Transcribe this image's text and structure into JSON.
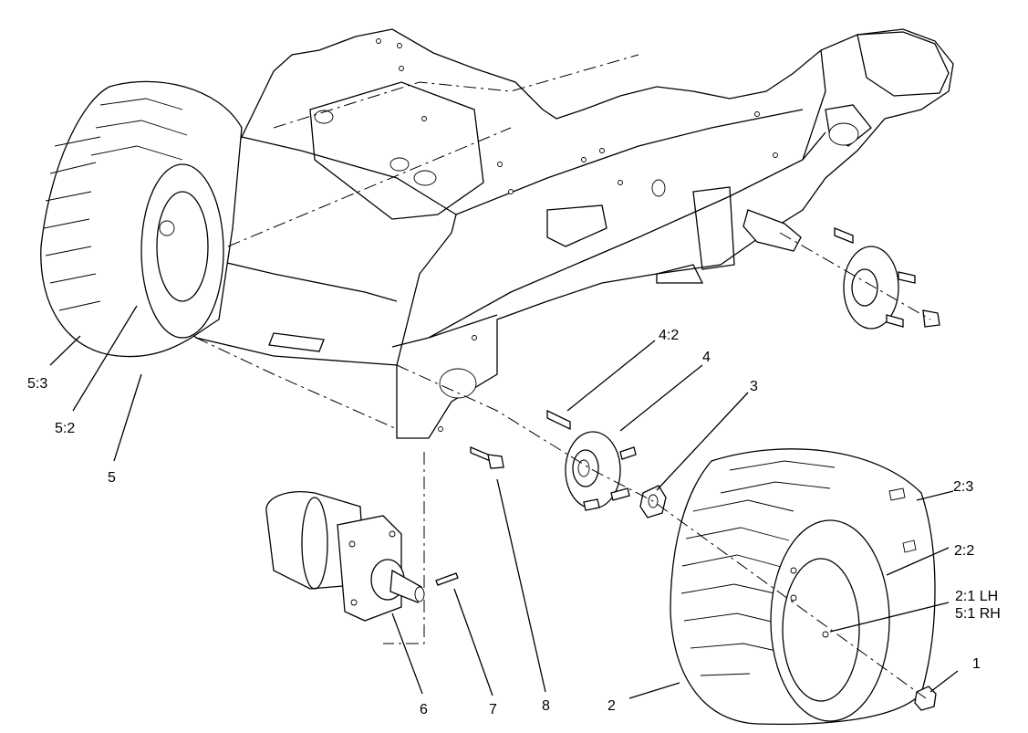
{
  "callouts": {
    "c1": "1",
    "c2": "2",
    "c2_2": "2:2",
    "c2_3": "2:3",
    "c2_1_lh": "2:1 LH",
    "c5_1_rh": "5:1 RH",
    "c3": "3",
    "c4": "4",
    "c4_2": "4:2",
    "c5": "5",
    "c5_2": "5:2",
    "c5_3": "5:3",
    "c6": "6",
    "c7": "7",
    "c8": "8"
  },
  "colors": {
    "line": "#000000",
    "background": "#ffffff"
  }
}
